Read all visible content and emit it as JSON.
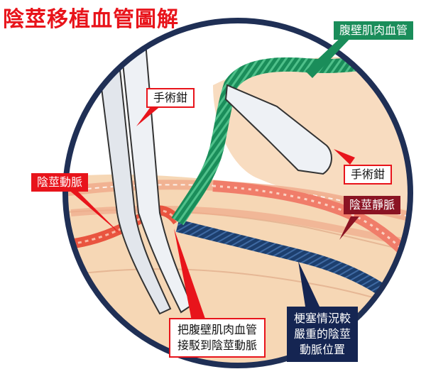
{
  "title": "陰莖移植血管圖解",
  "labels": {
    "abdominal_vessel": "腹壁肌肉血管",
    "forceps_left": "手術鉗",
    "forceps_right": "手術鉗",
    "penile_artery": "陰莖動脈",
    "penile_vein": "陰莖靜脈",
    "connect_line1": "把腹壁肌肉血管",
    "connect_line2": "接駁到陰莖動脈",
    "blocked_line1": "梗塞情況較",
    "blocked_line2": "嚴重的陰莖",
    "blocked_line3": "動脈位置"
  },
  "colors": {
    "title": "#e8141b",
    "artery": "#e9543f",
    "vein_green": "#1a8d5a",
    "blocked_artery": "#1d3f6e",
    "skin": "#f6d7b5",
    "ring": "#1f2f55"
  }
}
